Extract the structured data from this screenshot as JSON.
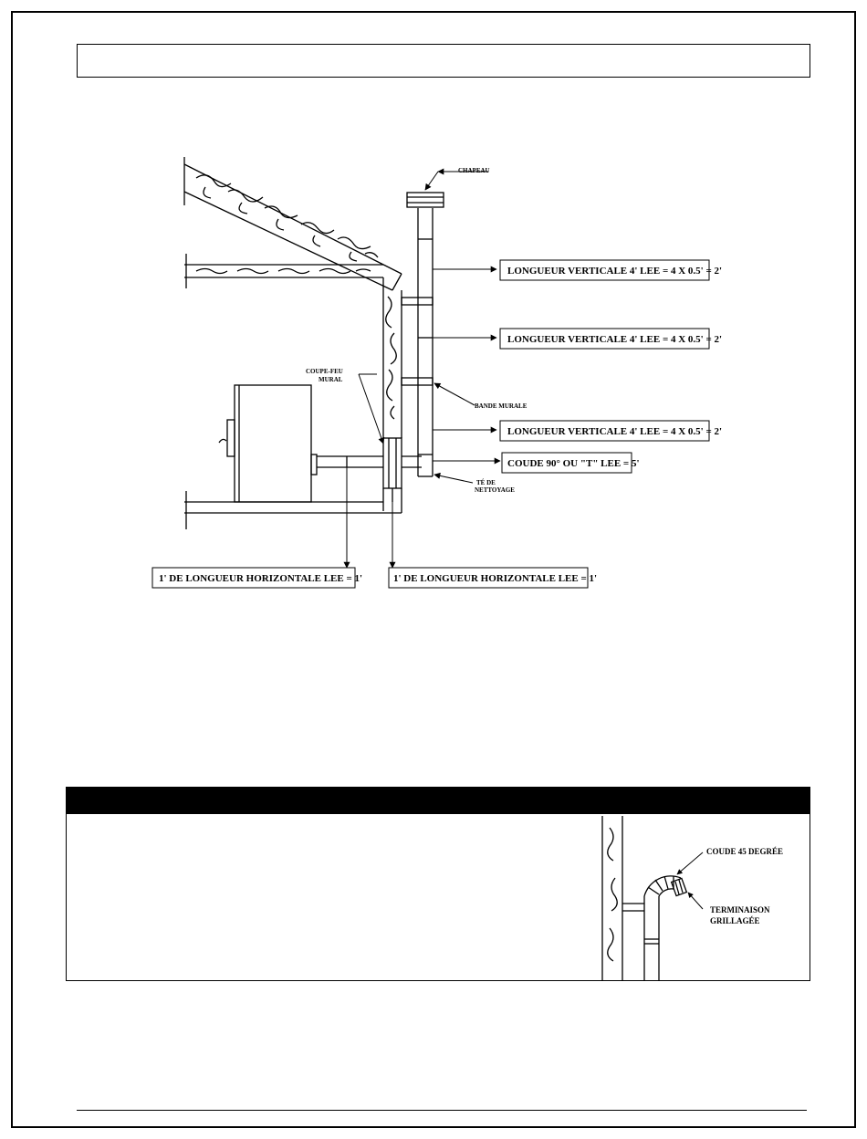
{
  "labels": {
    "chapeau": "CHAPEAU",
    "vertical_1": "LONGUEUR VERTICALE 4' LEE = 4 X 0.5' = 2'",
    "vertical_2": "LONGUEUR VERTICALE 4' LEE = 4 X 0.5' = 2'",
    "vertical_3": "LONGUEUR VERTICALE 4' LEE = 4 X 0.5' = 2'",
    "coude_90": "COUDE 90° OU \"T\" LEE = 5'",
    "bande_murale": "BANDE MURALE",
    "coupe_feu_line1": "COUPE-FEU",
    "coupe_feu_line2": "MURAL",
    "te_line1": "TÉ DE",
    "te_line2": "NETTOYAGE",
    "horizontal_1": "1' DE LONGUEUR HORIZONTALE LEE = 1'",
    "horizontal_2": "1' DE LONGUEUR HORIZONTALE LEE = 1'",
    "coude_45": "COUDE 45 DEGRÉE",
    "terminaison_line1": "TERMINAISON",
    "terminaison_line2": "GRILLAGÉE"
  }
}
